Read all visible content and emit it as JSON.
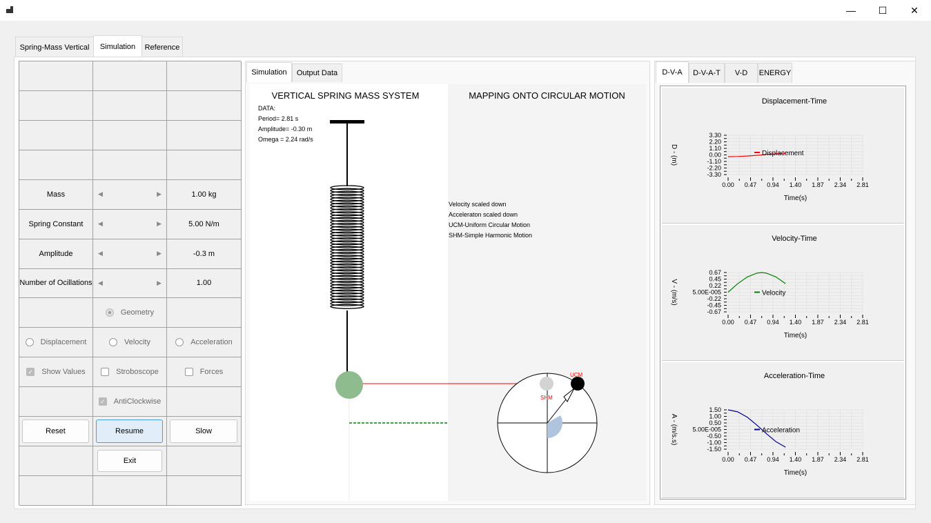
{
  "window": {
    "min": "—",
    "max": "☐",
    "close": "✕"
  },
  "outer_tabs": [
    "Spring-Mass Vertical",
    "Simulation",
    "Reference"
  ],
  "controls": {
    "mass": {
      "label": "Mass",
      "value": "1.00 kg"
    },
    "spring": {
      "label": "Spring Constant",
      "value": "5.00 N/m"
    },
    "amplitude": {
      "label": "Amplitude",
      "value": "-0.3 m"
    },
    "oscillations": {
      "label": "Number of Ocillations",
      "value": "1.00"
    },
    "geometry": "Geometry",
    "displacement": "Displacement",
    "velocity": "Velocity",
    "acceleration": "Acceleration",
    "show_values": "Show Values",
    "stroboscope": "Stroboscope",
    "forces": "Forces",
    "anticlockwise": "AntiClockwise",
    "reset": "Reset",
    "resume": "Resume",
    "slow": "Slow",
    "exit": "Exit"
  },
  "sim_tabs": [
    "Simulation",
    "Output Data"
  ],
  "sim": {
    "left_title": "VERTICAL SPRING MASS SYSTEM",
    "right_title": "MAPPING ONTO CIRCULAR MOTION",
    "data_label": "DATA:",
    "period": "Period= 2.81 s",
    "amplitude": "Amplitude= -0.30 m",
    "omega": "Omega = 2.24 rad/s",
    "notes": [
      "Velocity scaled down",
      "Acceleraton scaled down",
      "UCM-Uniform Circular Motion",
      "SHM-Simple Harmonic Motion"
    ],
    "ucm": "UCM",
    "shm": "SHM",
    "colors": {
      "mass": "#8fbc8f",
      "line": "#ff0000",
      "dash": "#008000",
      "shm": "#d3d3d3",
      "wedge": "#b0c4de"
    }
  },
  "graph_tabs": [
    "D-V-A",
    "D-V-A-T",
    "V-D",
    "ENERGY"
  ],
  "chart_data": [
    {
      "type": "line",
      "title": "Displacement-Time",
      "ylabel": "D - (m)",
      "xlabel": "Time(s)",
      "yticks": [
        "3.30",
        "2.20",
        "1.10",
        "0.00",
        "-1.10",
        "-2.20",
        "-3.30"
      ],
      "ylim": [
        -3.3,
        3.3
      ],
      "xticks": [
        "0.00",
        "0.47",
        "0.94",
        "1.40",
        "1.87",
        "2.34",
        "2.81"
      ],
      "xlim": [
        0,
        2.81
      ],
      "legend": "Displacement",
      "color": "#ff0000",
      "x": [
        0,
        0.2,
        0.4,
        0.6,
        0.8,
        1.0,
        1.2
      ],
      "y": [
        -0.3,
        -0.27,
        -0.19,
        -0.07,
        0.07,
        0.19,
        0.27
      ]
    },
    {
      "type": "line",
      "title": "Velocity-Time",
      "ylabel": "V - (m/s)",
      "xlabel": "Time(s)",
      "yticks": [
        "0.67",
        "0.45",
        "0.22",
        "5.00E-005",
        "-0.22",
        "-0.45",
        "-0.67"
      ],
      "ylim": [
        -0.67,
        0.67
      ],
      "xticks": [
        "0.00",
        "0.47",
        "0.94",
        "1.40",
        "1.87",
        "2.34",
        "2.81"
      ],
      "xlim": [
        0,
        2.81
      ],
      "legend": "Velocity",
      "color": "#008000",
      "x": [
        0,
        0.2,
        0.4,
        0.6,
        0.7,
        0.8,
        1.0,
        1.2
      ],
      "y": [
        0,
        0.29,
        0.52,
        0.65,
        0.67,
        0.65,
        0.52,
        0.29
      ]
    },
    {
      "type": "line",
      "title": "Acceleration-Time",
      "ylabel": "A - (m/s.s)",
      "xlabel": "Time(s)",
      "yticks": [
        "1.50",
        "1.00",
        "0.50",
        "5.00E-005",
        "-0.50",
        "-1.00",
        "-1.50"
      ],
      "ylim": [
        -1.5,
        1.5
      ],
      "xticks": [
        "0.00",
        "0.47",
        "0.94",
        "1.40",
        "1.87",
        "2.34",
        "2.81"
      ],
      "xlim": [
        0,
        2.81
      ],
      "legend": "Acceleration",
      "color": "#00008b",
      "x": [
        0,
        0.2,
        0.4,
        0.6,
        0.8,
        1.0,
        1.2
      ],
      "y": [
        1.5,
        1.35,
        0.94,
        0.34,
        -0.32,
        -0.93,
        -1.35
      ]
    }
  ]
}
